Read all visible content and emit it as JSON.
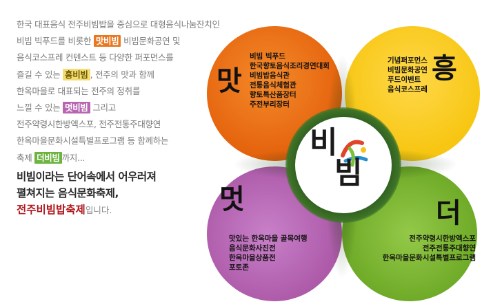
{
  "intro": {
    "l1": "한국 대표음식 전주비빔밥을 중심으로 대형음식나눔잔치인",
    "l2_pre": "비빔 빅푸드를 비롯한 ",
    "l2_hl": "맛비빔",
    "l2_post": " 비빔문화공연 및",
    "l3": "음식코스프레 컨텐스트 등 다양한 퍼포먼스를",
    "l4_pre": "즐길 수 있는 ",
    "l4_hl": "흥비빔",
    "l4_post": ", 전주의 맛과 함께",
    "l5": "한옥마을로 대표되는 전주의 정취를",
    "l6_pre": "느낄 수 있는 ",
    "l6_hl": "멋비빔",
    "l6_post": " 그리고",
    "l7": "전주약령시한방엑스포, 전주전통주대향연",
    "l8": "한옥마을문화시설특별프로그램 등 함께하는",
    "l9_pre": "축제 ",
    "l9_hl": "더비빔",
    "l9_post": "까지..."
  },
  "tagline": {
    "t1": "비빔이라는 단어속에서 어우러져",
    "t2": "펼쳐지는 음식문화축제,",
    "t3_fest": "전주비빔밥축제",
    "t3_end": "입니다."
  },
  "diagram": {
    "logo_1": "비",
    "logo_2": "빔",
    "taste": {
      "title": "맛",
      "items": [
        "비빔 빅푸드",
        "한국향토음식조리경연대회",
        "비빔밥음식관",
        "전통음식체험관",
        "향토특산품장터",
        "주전부리장터"
      ]
    },
    "fun": {
      "title": "흥",
      "items": [
        "기념퍼포먼스",
        "비빔문화공연",
        "푸드이벤트",
        "음식코스프레"
      ]
    },
    "style": {
      "title": "멋",
      "items": [
        "맛있는 한옥마을 골목여행",
        "음식문화사진전",
        "한옥마을상품전",
        "포토존"
      ]
    },
    "more": {
      "title": "더",
      "items": [
        "전주약령시한방엑스포",
        "전주전통주대향연",
        "한옥마을문화시설특별프로그램"
      ]
    }
  }
}
